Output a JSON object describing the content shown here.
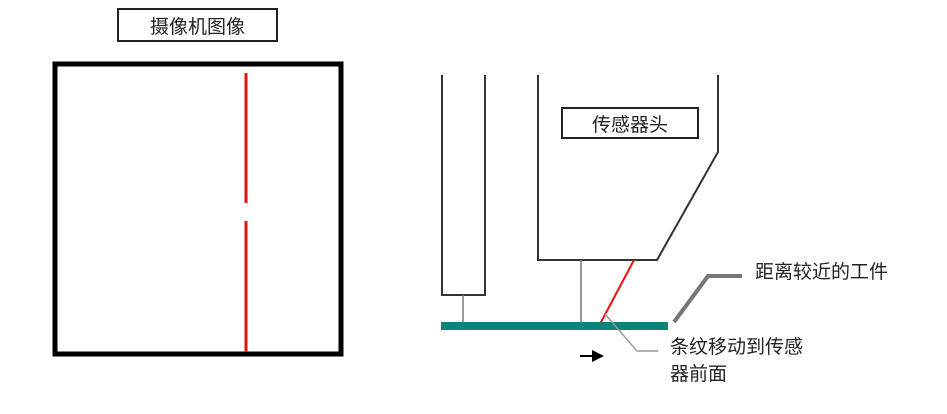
{
  "camera_panel": {
    "title": "摄像机图像",
    "frame_color": "#000000",
    "stripe_color": "#ee1111"
  },
  "sensor_panel": {
    "sensor_head_label": "传感器头",
    "workpiece_label": "距离较近的工件",
    "stripe_label_line1": "条纹移动到传感",
    "stripe_label_line2": "器前面",
    "workpiece_color": "#0e8379",
    "laser_color": "#ee1111",
    "motion_arrow": "right-arrow-icon"
  }
}
